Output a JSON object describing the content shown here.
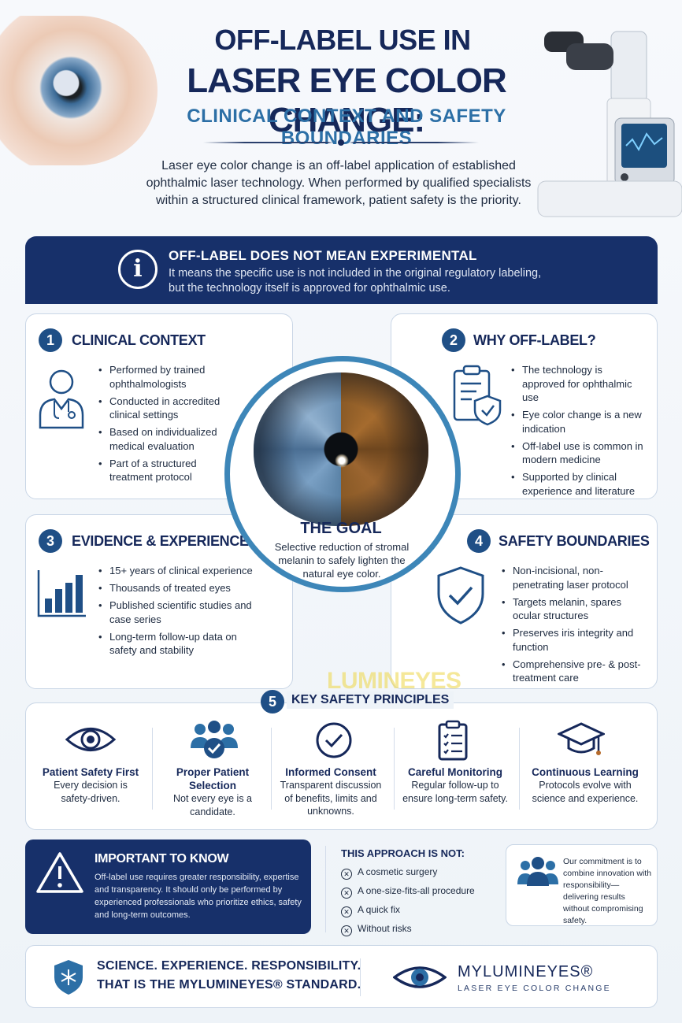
{
  "header": {
    "title_line1": "OFF-LABEL USE IN",
    "title_line2": "LASER EYE COLOR CHANGE:",
    "subtitle": "CLINICAL CONTEXT AND SAFETY BOUNDARIES",
    "intro": "Laser eye color change is an off-label application of established ophthalmic laser technology. When performed by qualified specialists within a structured clinical framework, patient safety is the priority."
  },
  "banner": {
    "icon": "info-icon",
    "title": "OFF-LABEL DOES NOT MEAN EXPERIMENTAL",
    "text_line1": "It means the specific use is not included in the original regulatory labeling,",
    "text_line2": "but the technology itself is approved for ophthalmic use."
  },
  "sections": {
    "clinical": {
      "number": "1",
      "title": "CLINICAL CONTEXT",
      "icon": "doctor-icon",
      "items": [
        "Performed by trained ophthalmologists",
        "Conducted in accredited clinical settings",
        "Based on individualized medical evaluation",
        "Part of a structured treatment protocol"
      ]
    },
    "why": {
      "number": "2",
      "title": "WHY OFF-LABEL?",
      "icon": "clipboard-shield-icon",
      "items": [
        "The technology is approved for ophthalmic use",
        "Eye color change is a new indication",
        "Off-label use is common in modern medicine",
        "Supported by clinical experience and literature"
      ]
    },
    "evidence": {
      "number": "3",
      "title": "EVIDENCE & EXPERIENCE",
      "icon": "bar-chart-icon",
      "items": [
        "15+ years of clinical experience",
        "Thousands of treated eyes",
        "Published scientific studies and case series",
        "Long-term follow-up data on safety and stability"
      ]
    },
    "safety": {
      "number": "4",
      "title": "SAFETY BOUNDARIES",
      "icon": "shield-check-icon",
      "items": [
        "Non-incisional, non-penetrating laser protocol",
        "Targets melanin, spares ocular structures",
        "Preserves iris integrity and function",
        "Comprehensive pre- & post-treatment care"
      ]
    }
  },
  "goal": {
    "title": "THE GOAL",
    "text": "Selective reduction of stromal melanin to safely lighten the natural eye color."
  },
  "watermark": "LUMINEYES",
  "principles": {
    "number": "5",
    "title": "KEY SAFETY PRINCIPLES",
    "items": [
      {
        "icon": "eye-icon",
        "title": "Patient Safety First",
        "text": "Every decision is safety-driven."
      },
      {
        "icon": "people-check-icon",
        "title": "Proper Patient Selection",
        "text": "Not every eye is a candidate."
      },
      {
        "icon": "check-circle-icon",
        "title": "Informed Consent",
        "text": "Transparent discussion of benefits, limits and unknowns."
      },
      {
        "icon": "checklist-icon",
        "title": "Careful Monitoring",
        "text": "Regular follow-up to ensure long-term safety."
      },
      {
        "icon": "graduation-cap-icon",
        "title": "Continuous Learning",
        "text": "Protocols evolve with science and experience."
      }
    ]
  },
  "important": {
    "icon": "warning-icon",
    "title": "IMPORTANT TO KNOW",
    "text": "Off-label use requires greater responsibility, expertise and transparency. It should only be performed by experienced professionals who prioritize ethics, safety and long-term outcomes."
  },
  "not_list": {
    "title": "THIS APPROACH IS NOT:",
    "items": [
      "A cosmetic surgery",
      "A one-size-fits-all procedure",
      "A quick fix",
      "Without risks"
    ]
  },
  "commitment": {
    "icon": "team-icon",
    "text": "Our commitment is to combine innovation with responsibility—delivering results without compromising safety."
  },
  "footer": {
    "icon": "shield-star-icon",
    "line1": "SCIENCE. EXPERIENCE. RESPONSIBILITY.",
    "line2": "THAT IS THE MYLUMINEYES® STANDARD.",
    "brand": "MYLUMINEYES®",
    "tagline": "LASER EYE COLOR CHANGE"
  }
}
